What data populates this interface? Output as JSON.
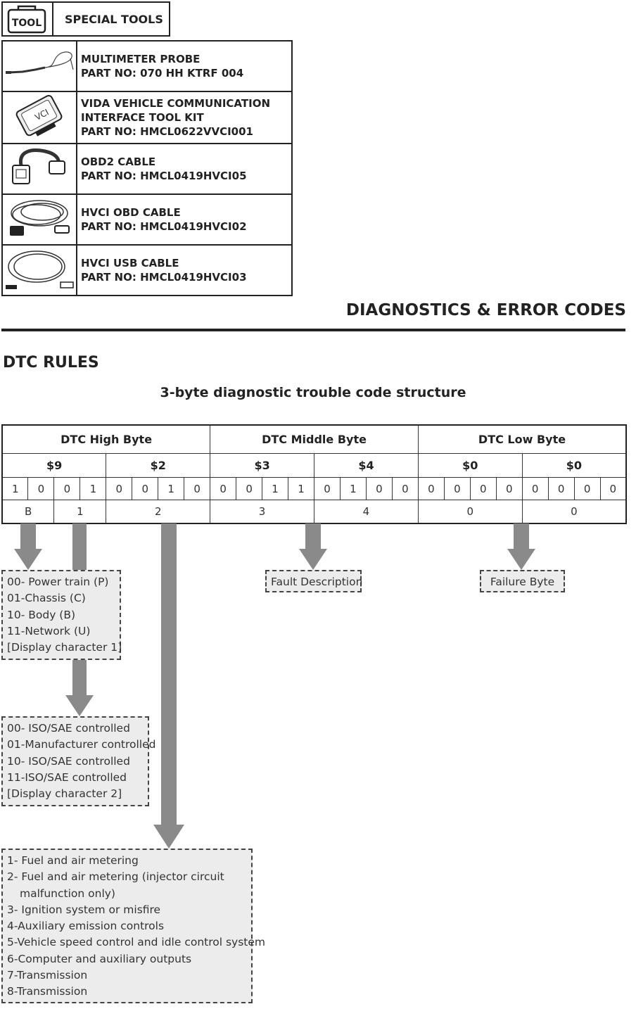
{
  "special_tools": {
    "icon_label": "TOOL",
    "title": "SPECIAL TOOLS",
    "items": [
      {
        "name": "MULTIMETER PROBE",
        "part": "PART NO: 070 HH KTRF 004",
        "icon": "multimeter-probe-icon"
      },
      {
        "name": "VIDA VEHICLE COMMUNICATION",
        "name2": "INTERFACE TOOL KIT",
        "part": "PART NO: HMCL0622VVCI001",
        "icon": "vci-device-icon",
        "icon_text": "VCI"
      },
      {
        "name": "OBD2 CABLE",
        "part": "PART NO: HMCL0419HVCI05",
        "icon": "obd2-cable-icon"
      },
      {
        "name": "HVCI OBD CABLE",
        "part": "PART NO: HMCL0419HVCI02",
        "icon": "hvci-obd-cable-icon"
      },
      {
        "name": "HVCI USB CABLE",
        "part": "PART NO: HMCL0419HVCI03",
        "icon": "hvci-usb-cable-icon"
      }
    ]
  },
  "section": {
    "title": "DIAGNOSTICS & ERROR CODES",
    "subheading": "DTC RULES",
    "subtitle": "3-byte diagnostic trouble code structure"
  },
  "dtc_table": {
    "bytes": [
      "DTC High Byte",
      "DTC Middle Byte",
      "DTC Low Byte"
    ],
    "hex": [
      "$9",
      "$2",
      "$3",
      "$4",
      "$0",
      "$0"
    ],
    "bits": [
      "1",
      "0",
      "0",
      "1",
      "0",
      "0",
      "1",
      "0",
      "0",
      "0",
      "1",
      "1",
      "0",
      "1",
      "0",
      "0",
      "0",
      "0",
      "0",
      "0",
      "0",
      "0",
      "0",
      "0"
    ],
    "characters": [
      "B",
      "1",
      "2",
      "3",
      "4",
      "0",
      "0"
    ]
  },
  "boxes": {
    "fault_description": "Fault Description",
    "failure_byte": "Failure Byte",
    "char1": [
      "00- Power train (P)",
      "01-Chassis (C)",
      "10- Body (B)",
      "11-Network (U)",
      "[Display character 1]"
    ],
    "char2": [
      "00- ISO/SAE controlled",
      "01-Manufacturer controlled",
      "10- ISO/SAE controlled",
      "11-ISO/SAE controlled",
      "[Display character 2]"
    ],
    "char3": [
      "1- Fuel and air metering",
      "2- Fuel and air metering (injector circuit",
      "malfunction only)",
      "3- Ignition system or misfire",
      "4-Auxiliary emission controls",
      "5-Vehicle speed control and idle control system",
      "6-Computer and auxiliary outputs",
      "7-Transmission",
      "8-Transmission"
    ]
  },
  "colors": {
    "arrow": "#8a8a8a",
    "box_fill": "#ececec",
    "rule": "#222222"
  }
}
